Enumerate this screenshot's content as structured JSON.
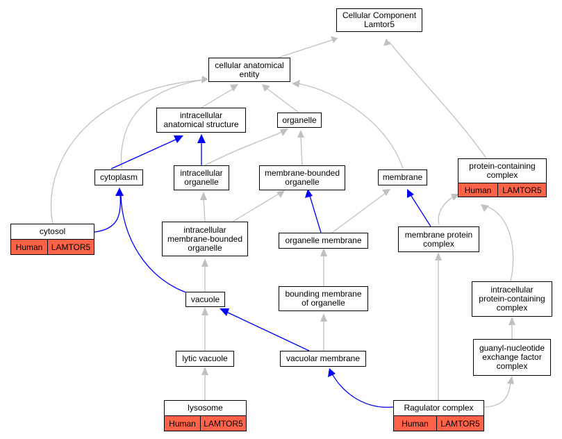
{
  "nodes": {
    "cellular_component": "Cellular Component\nLamtor5",
    "cellular_anatomical_entity": "cellular anatomical\nentity",
    "intracellular_anatomical_structure": "intracellular\nanatomical structure",
    "organelle": "organelle",
    "cytoplasm": "cytoplasm",
    "intracellular_organelle": "intracellular\norganelle",
    "membrane_bounded_organelle": "membrane-bounded\norganelle",
    "membrane": "membrane",
    "protein_containing_complex": "protein-containing\ncomplex",
    "cytosol": "cytosol",
    "intracellular_membrane_bounded_organelle": "intracellular\nmembrane-bounded\norganelle",
    "organelle_membrane": "organelle membrane",
    "membrane_protein_complex": "membrane protein\ncomplex",
    "vacuole": "vacuole",
    "bounding_membrane_of_organelle": "bounding membrane\nof organelle",
    "intracellular_protein_containing_complex": "intracellular\nprotein-containing\ncomplex",
    "lytic_vacuole": "lytic vacuole",
    "vacuolar_membrane": "vacuolar membrane",
    "guanyl_nucleotide_exchange_factor_complex": "guanyl-nucleotide\nexchange factor\ncomplex",
    "lysosome": "lysosome",
    "ragulator_complex": "Ragulator complex"
  },
  "annotations": {
    "species": "Human",
    "gene": "LAMTOR5"
  },
  "colors": {
    "annotation_fill": "#ff6347",
    "is_a_edge": "#c0c0c0",
    "part_of_edge": "#0000ff"
  }
}
